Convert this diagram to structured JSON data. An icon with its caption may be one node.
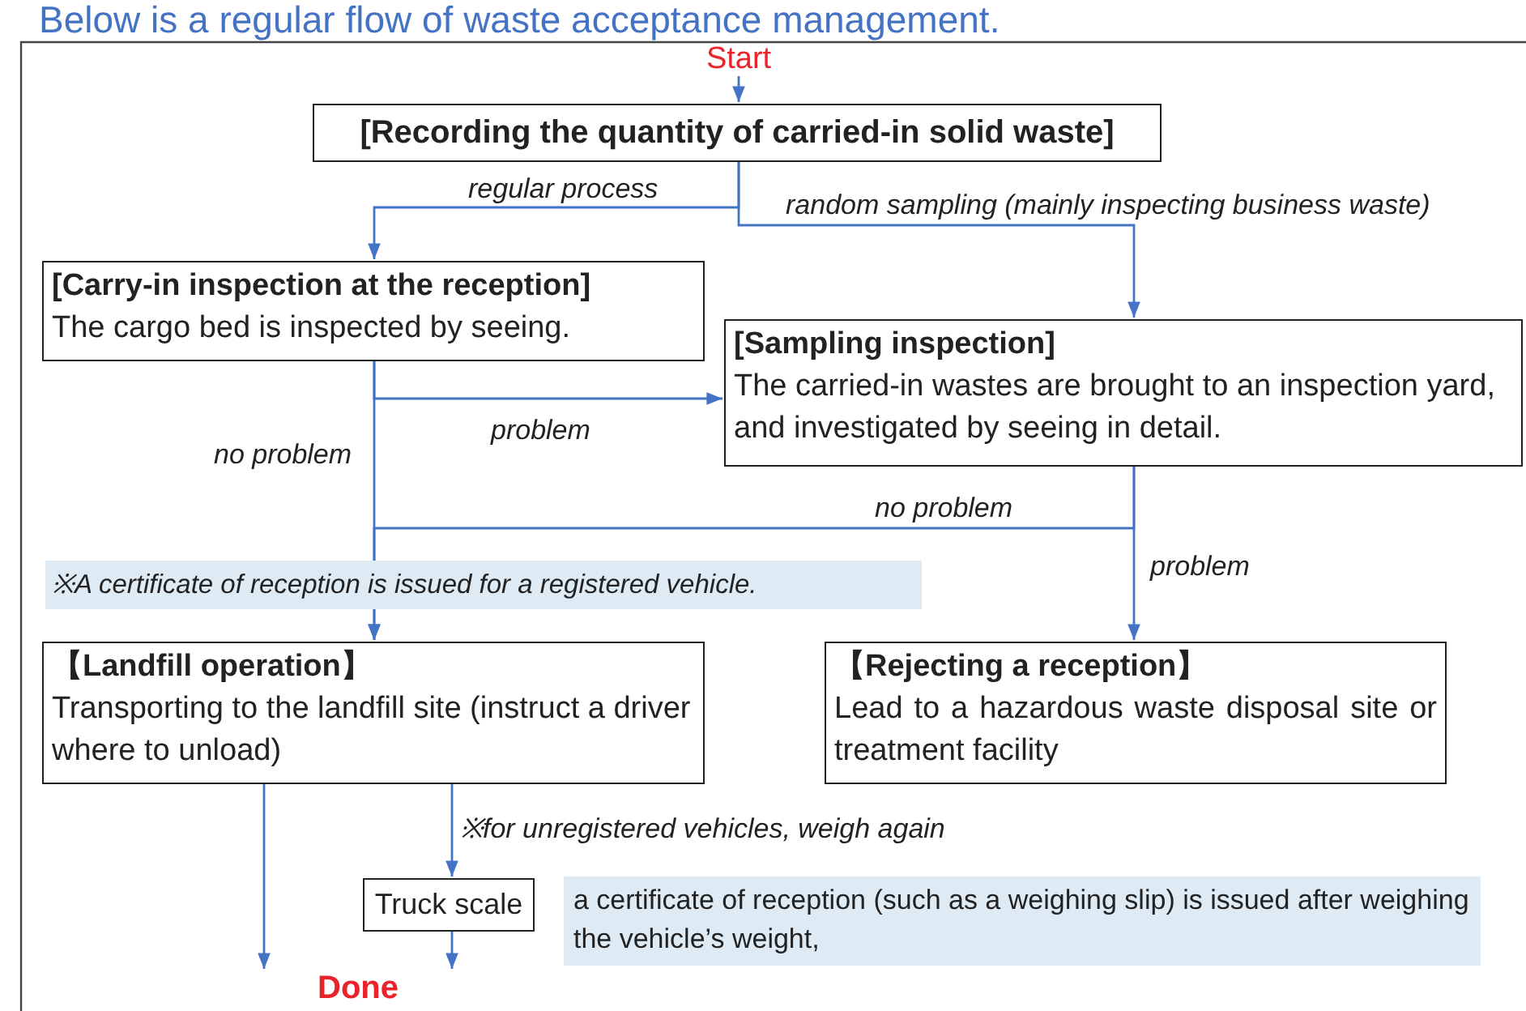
{
  "diagram": {
    "title": "Below is a regular flow of waste acceptance management.",
    "nodes": [
      {
        "text": [
          "Start"
        ]
      },
      {
        "text": [
          "[Recording the quantity of carried-in solid waste]"
        ]
      },
      {
        "text": [
          "[Carry-in inspection at the reception]",
          "The cargo bed is inspected by seeing."
        ]
      },
      {
        "text": [
          "[Sampling inspection]",
          "The carried-in wastes are brought to an inspection yard, and investigated by seeing in detail."
        ]
      },
      {
        "text": [
          "【Landfill operation】",
          "Transporting to the landfill site (instruct a driver where to unload)"
        ]
      },
      {
        "text": [
          "【Rejecting a reception】",
          "Lead to a hazardous waste disposal site or treatment facility"
        ]
      },
      {
        "text": [
          "Truck scale"
        ]
      },
      {
        "text": [
          "a certificate of reception (such as a weighing slip) is issued after weighing the vehicle’s weight,"
        ]
      },
      {
        "text": [
          "Done"
        ]
      }
    ],
    "edges": [
      {
        "from": 0,
        "to": 1,
        "arrow": "to"
      },
      {
        "from": 1,
        "to": 2,
        "arrow": "to",
        "label": "regular process"
      },
      {
        "from": 1,
        "to": 3,
        "arrow": "to",
        "label": "random sampling (mainly inspecting business waste)"
      },
      {
        "from": 2,
        "to": 3,
        "arrow": "to",
        "label": "problem"
      },
      {
        "from": 2,
        "to": 4,
        "arrow": "to",
        "label": "no problem"
      },
      {
        "from": 3,
        "to": 4,
        "arrow": "to",
        "label": "no problem"
      },
      {
        "from": 3,
        "to": 5,
        "arrow": "to",
        "label": "problem"
      },
      {
        "from": 4,
        "to": 6,
        "arrow": "to",
        "label": "※for unregistered vehicles, weigh again"
      },
      {
        "from": 4,
        "to": 8,
        "arrow": "to"
      },
      {
        "from": 6,
        "to": 8,
        "arrow": "to"
      }
    ],
    "labels": [
      "※A certificate of reception is issued for a registered vehicle."
    ]
  }
}
